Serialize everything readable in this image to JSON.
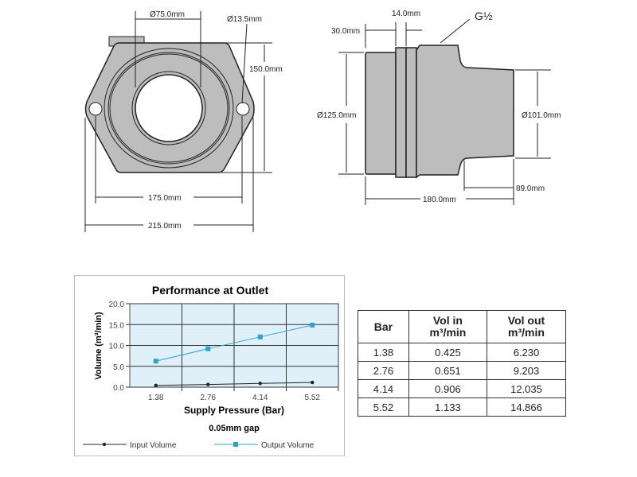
{
  "front_view": {
    "dims": {
      "bore": "Ø75.0mm",
      "hole": "Ø13.5mm",
      "height": "150.0mm",
      "hole_spacing": "175.0mm",
      "overall_width": "215.0mm"
    }
  },
  "side_view": {
    "dims": {
      "flange_offset": "30.0mm",
      "flange_width": "14.0mm",
      "thread": "G½",
      "inlet_dia": "Ø125.0mm",
      "outlet_dia": "Ø101.0mm",
      "outlet_length": "89.0mm",
      "overall_length": "180.0mm"
    }
  },
  "chart_data": {
    "type": "line",
    "title": "Performance at Outlet",
    "xlabel": "Supply Pressure (Bar)",
    "ylabel": "Volume (m³/min)",
    "subtitle": "0.05mm gap",
    "categories": [
      "1.38",
      "2.76",
      "4.14",
      "5.52"
    ],
    "yticks": [
      "0.0",
      "5.0",
      "10.0",
      "15.0",
      "20.0"
    ],
    "ylim": [
      0,
      20
    ],
    "grid": true,
    "legend_position": "bottom",
    "series": [
      {
        "name": "Input Volume",
        "values": [
          0.425,
          0.651,
          0.906,
          1.133
        ],
        "color": "#222222",
        "marker": "diamond"
      },
      {
        "name": "Output Volume",
        "values": [
          6.23,
          9.203,
          12.035,
          14.866
        ],
        "color": "#2aa3cf",
        "marker": "square"
      }
    ],
    "plot_bg": "#dff0f8"
  },
  "table": {
    "headers": [
      [
        "Bar"
      ],
      [
        "Vol in",
        "m³/min"
      ],
      [
        "Vol out",
        "m³/min"
      ]
    ],
    "rows": [
      [
        "1.38",
        "0.425",
        "6.230"
      ],
      [
        "2.76",
        "0.651",
        "9.203"
      ],
      [
        "4.14",
        "0.906",
        "12.035"
      ],
      [
        "5.52",
        "1.133",
        "14.866"
      ]
    ]
  }
}
